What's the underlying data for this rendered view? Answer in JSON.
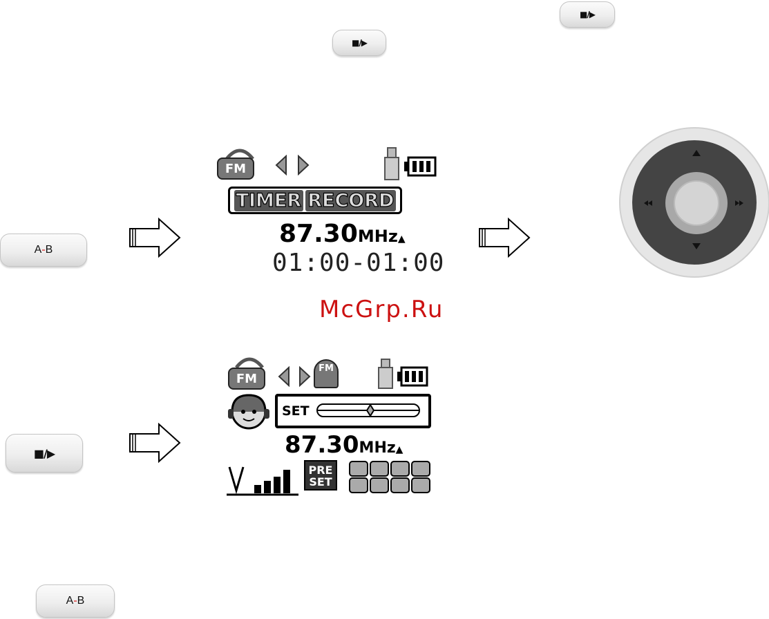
{
  "buttons": {
    "top_right_stop_play": "■/▶",
    "top_center_stop_play": "■/▶",
    "left_ab_a": "A",
    "left_ab_dash": "-",
    "left_ab_b": "B",
    "left_stop_play": "■/▶",
    "bottom_ab_a": "A",
    "bottom_ab_dash": "-",
    "bottom_ab_b": "B"
  },
  "screen1": {
    "fm_badge": "FM",
    "timer_word": "TIMER",
    "record_word": "RECORD",
    "frequency": "87.30",
    "unit": "MHz",
    "time_range": "01:00-01:00"
  },
  "screen2": {
    "fm_badge": "FM",
    "bell_label": "FM",
    "set_label": "SET",
    "frequency": "87.30",
    "unit": "MHz",
    "preset_line1": "PRE",
    "preset_line2": "SET",
    "slider_level": 0.52
  },
  "watermark": "McGrp.Ru",
  "colors": {
    "watermark": "#cc1111",
    "nav_ring": "#e6e6e6",
    "nav_body": "#444444"
  }
}
